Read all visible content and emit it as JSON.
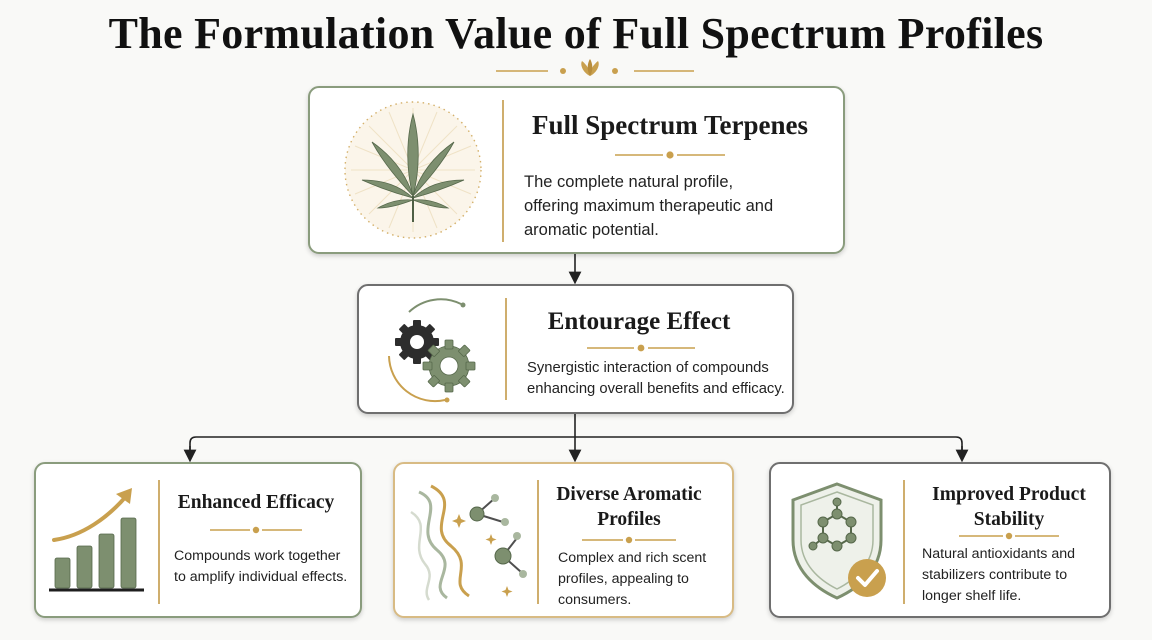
{
  "title": "The Formulation Value of Full Spectrum Profiles",
  "colors": {
    "sage": "#7d8f6f",
    "gold": "#c9a04e",
    "dark": "#2f2f2f"
  },
  "cards": {
    "terpenes": {
      "title": "Full Spectrum Terpenes",
      "description": [
        "The complete natural profile,",
        "offering maximum therapeutic and",
        "aromatic potential."
      ],
      "icon": "cannabis-leaf-icon"
    },
    "entourage": {
      "title": "Entourage Effect",
      "description": [
        "Synergistic interaction of compounds",
        "enhancing overall benefits and efficacy."
      ],
      "icon": "gears-icon"
    },
    "efficacy": {
      "title": "Enhanced Efficacy",
      "description": [
        "Compounds work together",
        "to amplify individual effects."
      ],
      "icon": "growth-chart-icon"
    },
    "aromatic": {
      "title_lines": [
        "Diverse Aromatic",
        "Profiles"
      ],
      "description": [
        "Complex and rich scent",
        "profiles, appealing to",
        "consumers."
      ],
      "icon": "aroma-molecule-icon"
    },
    "stability": {
      "title_lines": [
        "Improved Product",
        "Stability"
      ],
      "description": [
        "Natural antioxidants and",
        "stabilizers contribute to",
        "longer shelf life."
      ],
      "icon": "shield-check-icon"
    }
  }
}
